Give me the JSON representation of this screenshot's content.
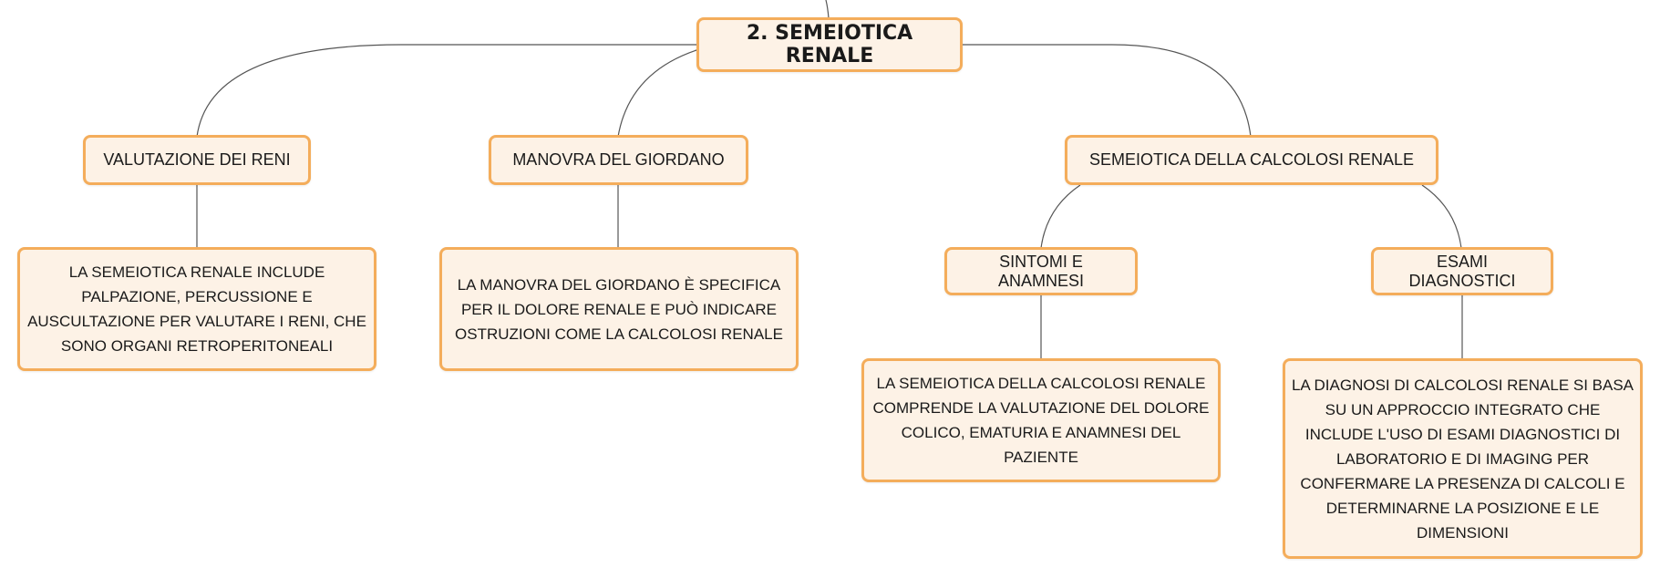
{
  "root": {
    "label": "2. SEMEIOTICA RENALE"
  },
  "branches": {
    "valutazione": {
      "label": "VALUTAZIONE DEI RENI",
      "detail": "LA SEMEIOTICA RENALE INCLUDE PALPAZIONE, PERCUSSIONE E AUSCULTAZIONE PER VALUTARE I RENI, CHE SONO ORGANI RETROPERITONEALI"
    },
    "giordano": {
      "label": "MANOVRA DEL GIORDANO",
      "detail": "LA MANOVRA DEL GIORDANO È SPECIFICA PER IL DOLORE RENALE E PUÒ INDICARE OSTRUZIONI COME LA CALCOLOSI RENALE"
    },
    "calcolosi": {
      "label": "SEMEIOTICA DELLA CALCOLOSI RENALE",
      "sintomi": {
        "label": "SINTOMI E ANAMNESI",
        "detail": "LA SEMEIOTICA DELLA CALCOLOSI RENALE COMPRENDE LA VALUTAZIONE DEL DOLORE COLICO, EMATURIA E ANAMNESI DEL PAZIENTE"
      },
      "esami": {
        "label": "ESAMI DIAGNOSTICI",
        "detail": "LA DIAGNOSI DI CALCOLOSI RENALE SI BASA SU UN APPROCCIO INTEGRATO CHE INCLUDE L'USO DI ESAMI DIAGNOSTICI DI LABORATORIO E DI IMAGING PER CONFERMARE LA PRESENZA DI CALCOLI E DETERMINARNE LA POSIZIONE E LE DIMENSIONI"
      }
    }
  },
  "colors": {
    "node_fill": "#fdf2e6",
    "node_border": "#f4ad5b",
    "connector": "#555555",
    "text": "#1a1a1a"
  }
}
